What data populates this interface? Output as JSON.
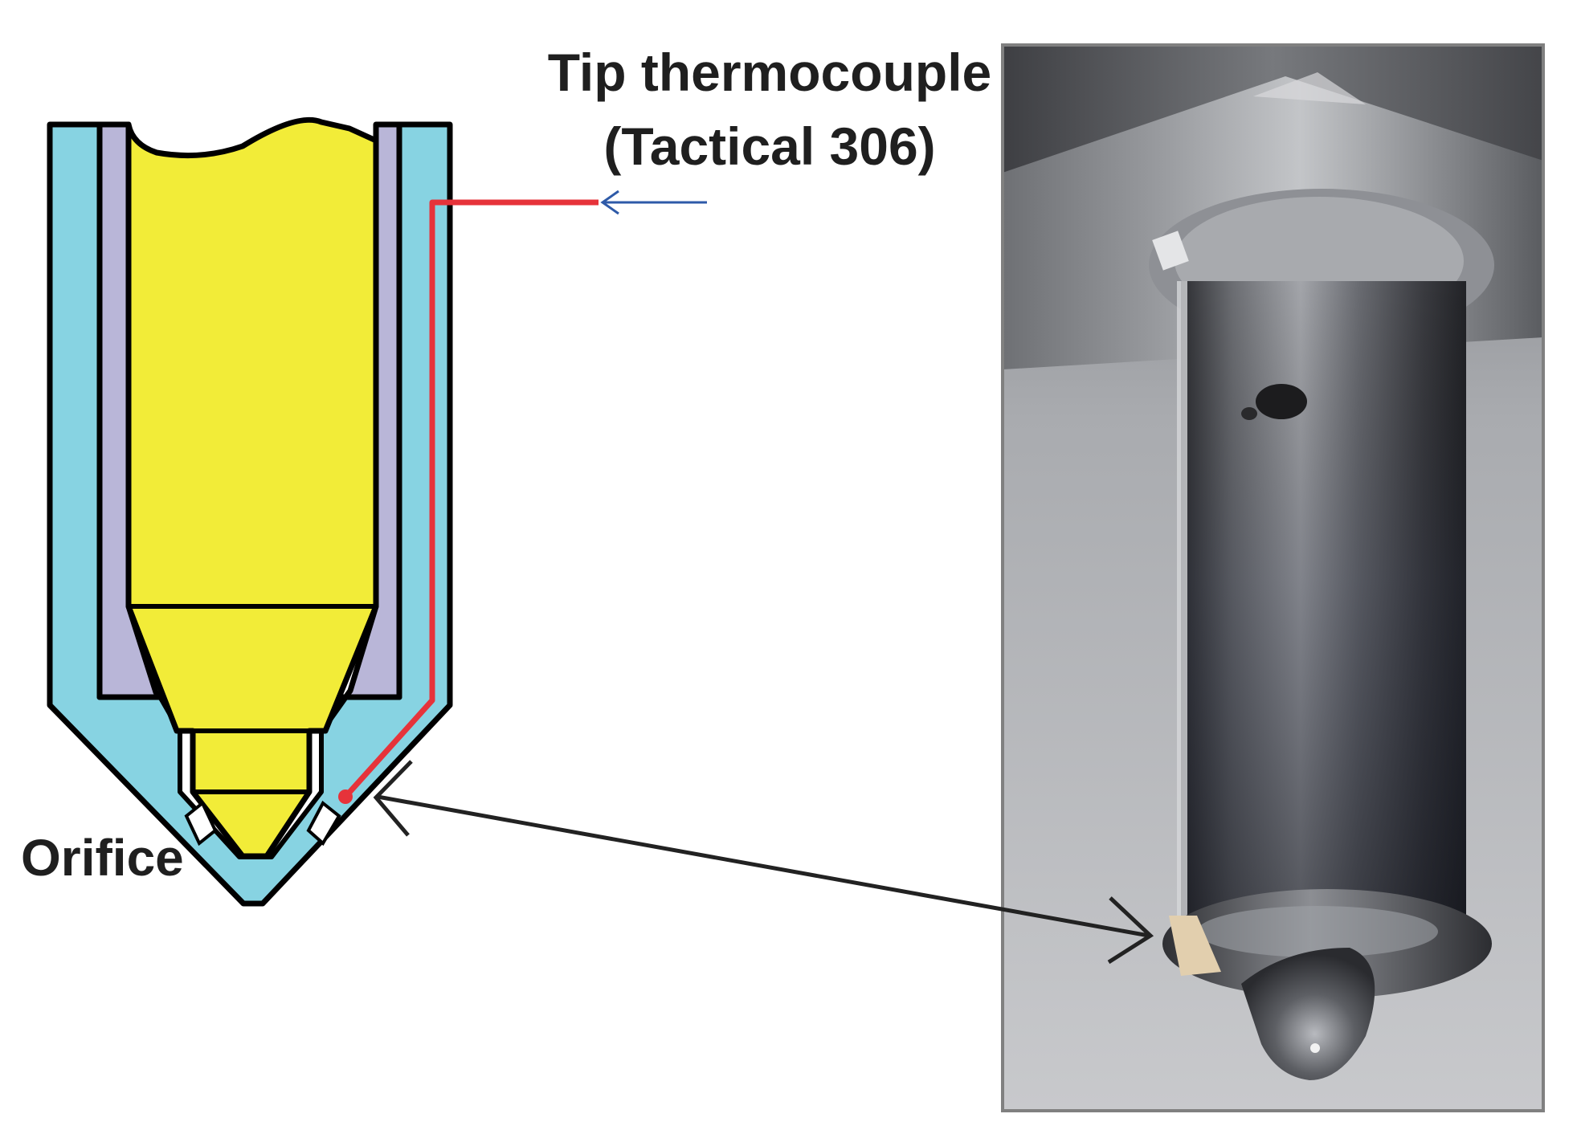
{
  "labels": {
    "thermocouple_line1": "Tip thermocouple",
    "thermocouple_line2": "(Tactical 306)",
    "orifice": "Orifice"
  },
  "colors": {
    "outer_body": "#87d3e2",
    "sleeve": "#b9b6d8",
    "needle": "#f2ec38",
    "thermocouple_wire": "#e6333a",
    "pointer_arrow": "#2e5aa8",
    "outline": "#000000",
    "double_arrow": "#222222",
    "photo_border": "#808080"
  }
}
